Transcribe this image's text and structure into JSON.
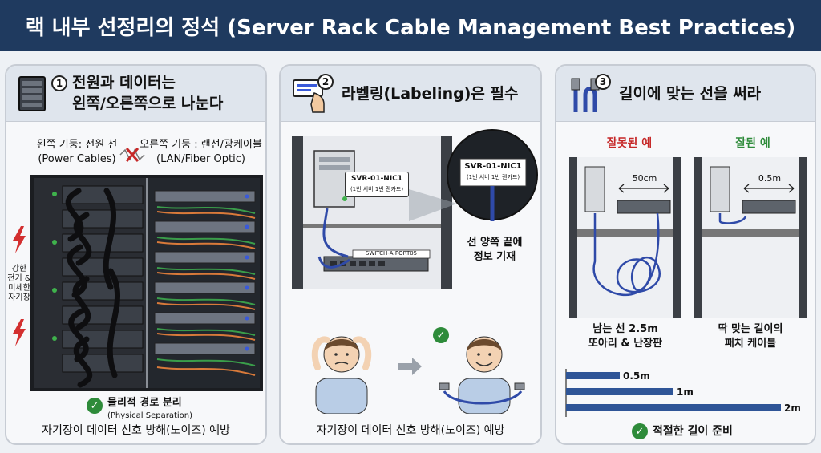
{
  "title": "랙 내부 선정리의 정석 (Server Rack Cable Management Best Practices)",
  "panel1": {
    "number": "1",
    "title_line1": "전원과 데이터는",
    "title_line2": "왼쪽/오른쪽으로 나눈다",
    "left_label": "왼쪽 기둥: 전원 선",
    "left_sub": "(Power Cables)",
    "right_label": "오른쪽 기둥 : 랜선/광케이블",
    "right_sub": "(LAN/Fiber Optic)",
    "interference_label": "강한\n전기 &\n미세한\n자기장",
    "check_label": "물리적 경로 분리",
    "check_sub": "(Physical Separation)",
    "footer": "자기장이 데이터 신호 방해(노이즈) 예방"
  },
  "panel2": {
    "number": "2",
    "title": "라벨링(Labeling)은 필수",
    "tag_small_line1": "SVR-01-NIC1",
    "tag_small_line2": "(1번 서버 1번 랜카드)",
    "switch_label": "SWITCH-A-PORT05",
    "tag_zoom_line1": "SVR-01-NIC1",
    "tag_zoom_line2": "(1번 서버 1번 랜카드)",
    "info_line1": "선 양쪽 끝에",
    "info_line2": "정보 기재",
    "footer": "자기장이 데이터 신호 방해(노이즈) 예방"
  },
  "panel3": {
    "number": "3",
    "title": "길이에 맞는 선을 써라",
    "bad_label": "잘못된 예",
    "good_label": "잘된 예",
    "bad_length": "50cm",
    "good_length": "0.5m",
    "bad_desc_line1": "남는 선 2.5m",
    "bad_desc_line2": "또아리 & 난장판",
    "good_desc_line1": "딱 맞는 길이의",
    "good_desc_line2": "패치 케이블",
    "footer": "적절한 길이 준비"
  },
  "chart_data": {
    "type": "bar",
    "orientation": "horizontal",
    "categories": [
      "0.5m",
      "1m",
      "2m"
    ],
    "values": [
      0.5,
      1,
      2
    ],
    "xlim": [
      0,
      2
    ]
  },
  "colors": {
    "header": "#1f3a5f",
    "bad": "#c62828",
    "good": "#2e8b3a",
    "bar": "#2f5597",
    "power_cable": "#222222",
    "lan_green": "#3a9d4a",
    "lan_orange": "#d97a3a"
  }
}
